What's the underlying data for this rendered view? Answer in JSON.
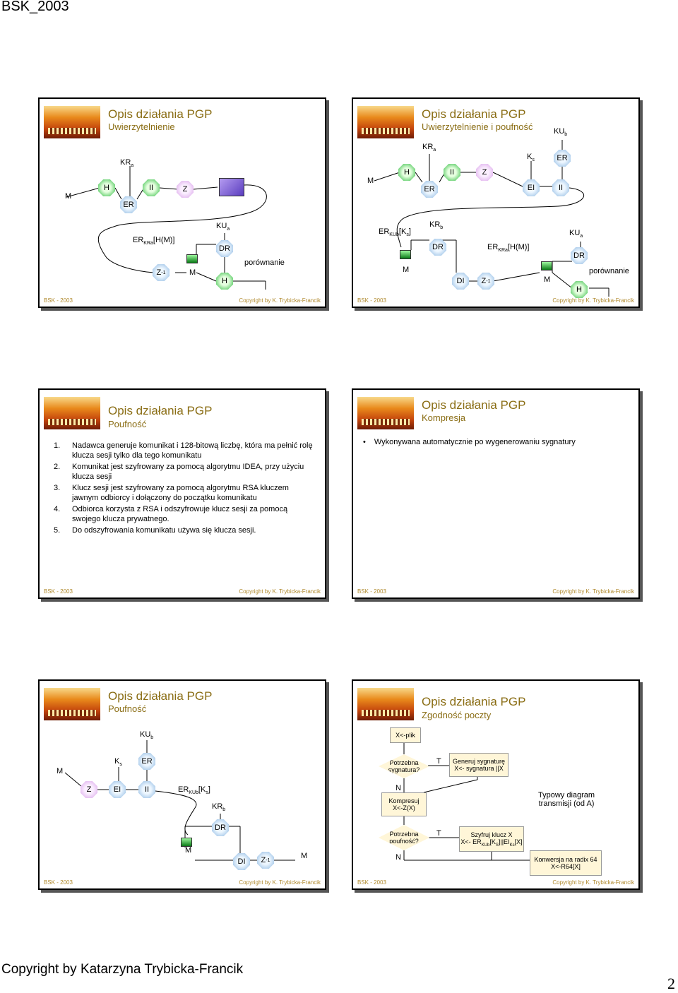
{
  "header": "BSK_2003",
  "footer": "Copyright by Katarzyna Trybicka-Francik",
  "page_number": "2",
  "slide_footer": {
    "left": "BSK - 2003",
    "right": "Copyright by K. Trybicka-Francik"
  },
  "slides": {
    "s1": {
      "title": "Opis działania PGP",
      "subtitle": "Uwierzytelnienie",
      "n": {
        "M": "M",
        "H": "H",
        "ER": "ER",
        "II": "II",
        "Z": "Z",
        "DR": "DR",
        "H2": "H",
        "M2": "M",
        "Zinv": "Z",
        "Zsup": "-1",
        "cmp": "porównanie"
      },
      "l": {
        "KR": "KR",
        "a": "a",
        "ERt": "ER",
        "ersub": "KRa",
        "erx": "[H(M)]",
        "KU": "KU",
        "a2": "a"
      }
    },
    "s2": {
      "title": "Opis działania PGP",
      "subtitle": "Uwierzytelnienie i poufność",
      "n": {
        "M": "M",
        "H": "H",
        "ER": "ER",
        "II": "II",
        "Z": "Z",
        "EI": "EI",
        "II2": "II",
        "ER2": "ER",
        "DR": "DR",
        "M2": "M",
        "DI": "DI",
        "Zinv": "Z",
        "Zsup": "-1",
        "M3": "M",
        "DR2": "DR",
        "H2": "H",
        "cmp": "porównanie"
      },
      "l": {
        "KR": "KR",
        "a": "a",
        "K": "K",
        "s": "s",
        "KU": "KU",
        "b": "b",
        "ERt": "ER",
        "ersub": "KUb",
        "erx": "[K",
        "s2": "s",
        "erend": "]",
        "KR2": "KR",
        "b2": "b",
        "ERt2": "ER",
        "ersub2": "KRa",
        "erx2": "[H(M)]",
        "KU2": "KU",
        "a2": "a"
      }
    },
    "s3": {
      "title": "Opis działania PGP",
      "subtitle": "Poufność",
      "items": [
        {
          "n": "1.",
          "t": "Nadawca generuje komunikat i 128-bitową liczbę, która ma pełnić rolę klucza sesji tylko dla tego komunikatu"
        },
        {
          "n": "2.",
          "t": "Komunikat jest szyfrowany za pomocą algorytmu IDEA, przy użyciu klucza sesji"
        },
        {
          "n": "3.",
          "t": "Klucz sesji jest szyfrowany za pomocą algorytmu RSA kluczem jawnym odbiorcy i dołączony do początku komunikatu"
        },
        {
          "n": "4.",
          "t": "Odbiorca korzysta z RSA i odszyfrowuje klucz sesji za pomocą swojego klucza prywatnego."
        },
        {
          "n": "5.",
          "t": "Do odszyfrowania komunikatu używa się klucza sesji."
        }
      ]
    },
    "s4": {
      "title": "Opis działania PGP",
      "subtitle": "Kompresja",
      "bullet": "Wykonywana automatycznie po wygenerowaniu sygnatury"
    },
    "s5": {
      "title": "Opis działania PGP",
      "subtitle": "Poufność",
      "n": {
        "M": "M",
        "ER": "ER",
        "Z": "Z",
        "EI": "EI",
        "II": "II",
        "DR": "DR",
        "M2": "M",
        "DI": "DI",
        "Zinv": "Z",
        "Zsup": "-1",
        "M3": "M"
      },
      "l": {
        "KU": "KU",
        "b": "b",
        "K": "K",
        "s": "s",
        "ERt": "ER",
        "ersub": "KUb",
        "erx": "[K",
        "s2": "s",
        "erend": "]",
        "KR": "KR",
        "b2": "b"
      }
    },
    "s6": {
      "title": "Opis działania PGP",
      "subtitle": "Zgodność poczty",
      "f": {
        "start": "X<-plik",
        "q1a": "Potrzebna",
        "q1b": "sygnatura?",
        "T1": "T",
        "sig1": "Generuj sygnaturę",
        "sig2": "X<- sygnatura ||X",
        "N1": "N",
        "cmp1": "Kompresuj",
        "cmp2": "X<-Z(X)",
        "q2a": "Potrzebna",
        "q2b": "poufność?",
        "T2": "T",
        "enc1": "Szyfruj klucz X",
        "encA": "X<- ER",
        "encSub": "KUb",
        "encB": "[K",
        "encS": "S",
        "encC": "]||EI",
        "encSub2": "Ks",
        "encD": "[X]",
        "N2": "N",
        "r1": "Konwersja na radix 64",
        "r2": "X<-R64[X]",
        "note1": "Typowy diagram",
        "note2": "transmisji (od A)"
      }
    }
  }
}
